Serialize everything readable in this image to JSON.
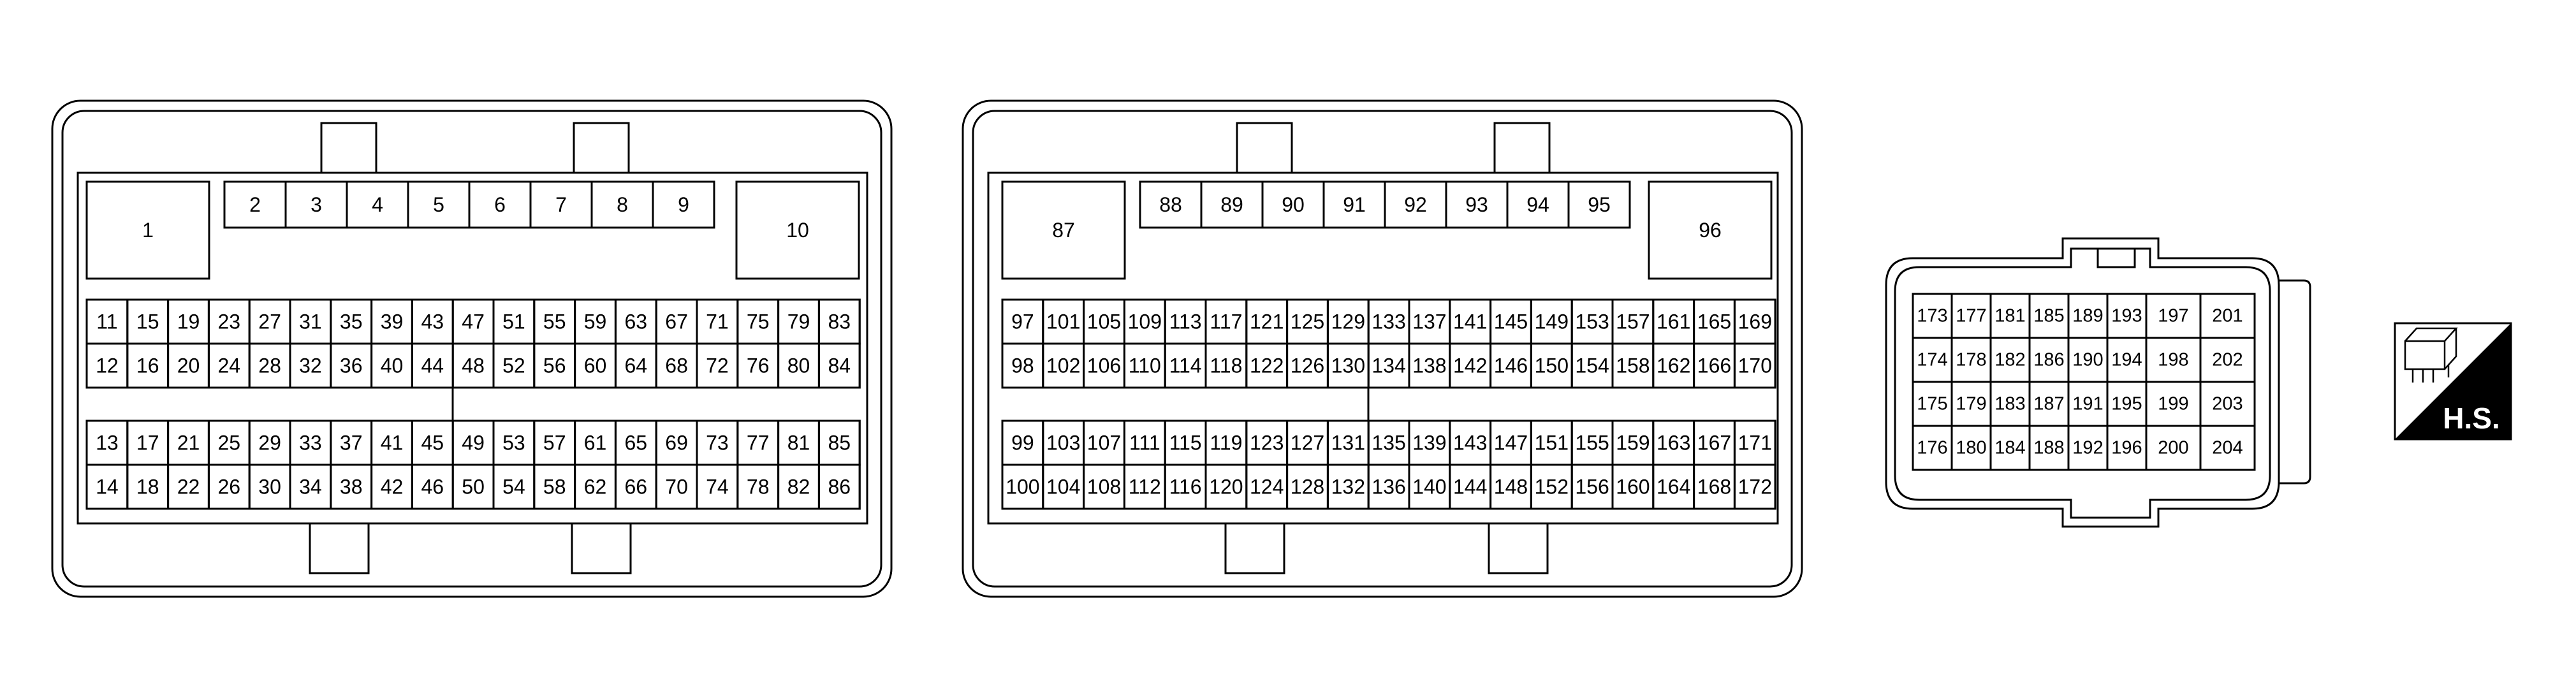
{
  "connector_a": {
    "top_left": "1",
    "top_right": "10",
    "top_row": [
      "2",
      "3",
      "4",
      "5",
      "6",
      "7",
      "8",
      "9"
    ],
    "upper_rows": [
      [
        "11",
        "15",
        "19",
        "23",
        "27",
        "31",
        "35",
        "39",
        "43",
        "47",
        "51",
        "55",
        "59",
        "63",
        "67",
        "71",
        "75",
        "79",
        "83"
      ],
      [
        "12",
        "16",
        "20",
        "24",
        "28",
        "32",
        "36",
        "40",
        "44",
        "48",
        "52",
        "56",
        "60",
        "64",
        "68",
        "72",
        "76",
        "80",
        "84"
      ]
    ],
    "lower_rows": [
      [
        "13",
        "17",
        "21",
        "25",
        "29",
        "33",
        "37",
        "41",
        "45",
        "49",
        "53",
        "57",
        "61",
        "65",
        "69",
        "73",
        "77",
        "81",
        "85"
      ],
      [
        "14",
        "18",
        "22",
        "26",
        "30",
        "34",
        "38",
        "42",
        "46",
        "50",
        "54",
        "58",
        "62",
        "66",
        "70",
        "74",
        "78",
        "82",
        "86"
      ]
    ]
  },
  "connector_b": {
    "top_left": "87",
    "top_right": "96",
    "top_row": [
      "88",
      "89",
      "90",
      "91",
      "92",
      "93",
      "94",
      "95"
    ],
    "upper_rows": [
      [
        "97",
        "101",
        "105",
        "109",
        "113",
        "117",
        "121",
        "125",
        "129",
        "133",
        "137",
        "141",
        "145",
        "149",
        "153",
        "157",
        "161",
        "165",
        "169"
      ],
      [
        "98",
        "102",
        "106",
        "110",
        "114",
        "118",
        "122",
        "126",
        "130",
        "134",
        "138",
        "142",
        "146",
        "150",
        "154",
        "158",
        "162",
        "166",
        "170"
      ]
    ],
    "lower_rows": [
      [
        "99",
        "103",
        "107",
        "111",
        "115",
        "119",
        "123",
        "127",
        "131",
        "135",
        "139",
        "143",
        "147",
        "151",
        "155",
        "159",
        "163",
        "167",
        "171"
      ],
      [
        "100",
        "104",
        "108",
        "112",
        "116",
        "120",
        "124",
        "128",
        "132",
        "136",
        "140",
        "144",
        "148",
        "152",
        "156",
        "160",
        "164",
        "168",
        "172"
      ]
    ]
  },
  "connector_c": {
    "rows": [
      [
        "173",
        "177",
        "181",
        "185",
        "189",
        "193",
        "197",
        "201"
      ],
      [
        "174",
        "178",
        "182",
        "186",
        "190",
        "194",
        "198",
        "202"
      ],
      [
        "175",
        "179",
        "183",
        "187",
        "191",
        "195",
        "199",
        "203"
      ],
      [
        "176",
        "180",
        "184",
        "188",
        "192",
        "196",
        "200",
        "204"
      ]
    ]
  },
  "hs_badge": {
    "label": "H.S.",
    "icon": "connector-harness-icon"
  }
}
